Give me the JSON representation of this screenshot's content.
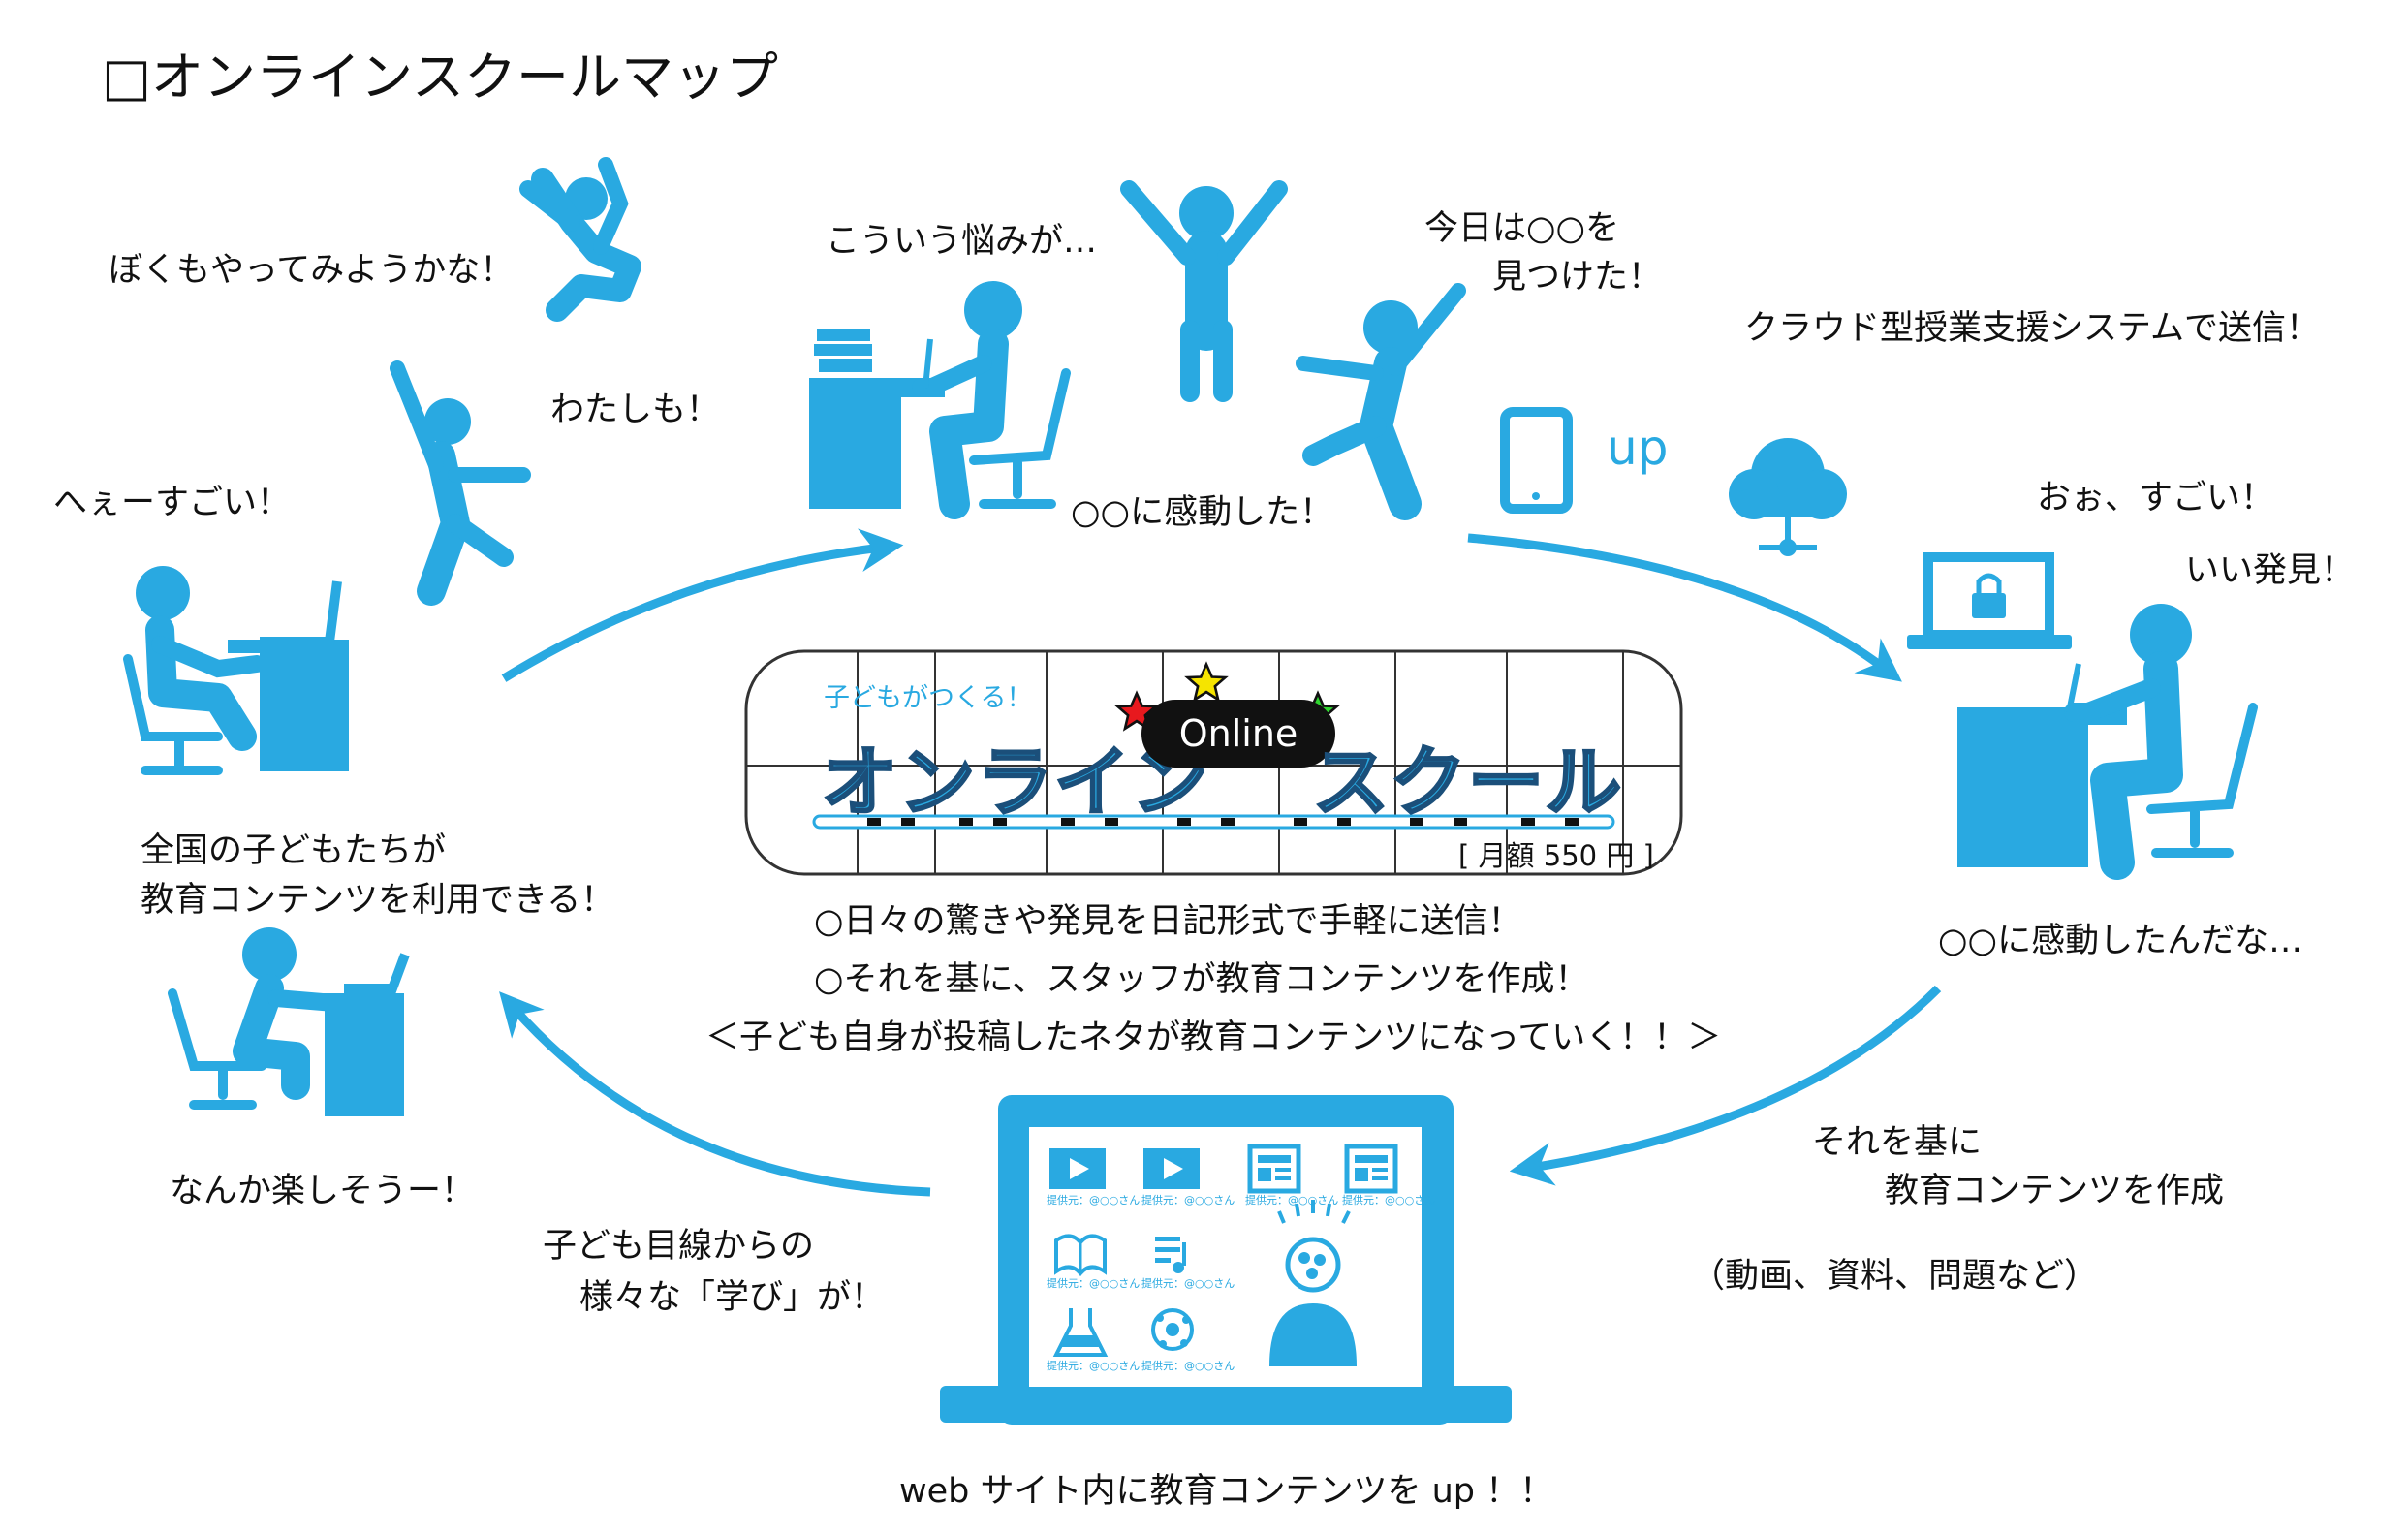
{
  "title": "□オンラインスクールマップ",
  "colors": {
    "primary": "#29a9e1",
    "text": "#111111",
    "star_red": "#e8191e",
    "star_yellow": "#f5e400",
    "star_green": "#2fd52f"
  },
  "labels": {
    "boku": "ぼくもやってみようかな！",
    "watashi": "わたしも！",
    "hee": "へぇーすごい！",
    "kouiu": "こういう悩みが…",
    "kyou1": "今日は○○を",
    "kyou2": "見つけた！",
    "kandou": "○○に感動した！",
    "cloud": "クラウド型授業支援システムで送信！",
    "up": "up",
    "oo": "おぉ、すごい！",
    "ii": "いい発見！",
    "kandou2": "○○に感動したんだな…",
    "zenkoku1": "全国の子どもたちが",
    "zenkoku2": "教育コンテンツを利用できる！",
    "nanka": "なんか楽しそうー！",
    "kodomo1": "子ども目線からの",
    "kodomo2": "様々な「学び」が！",
    "sore1": "それを基に",
    "sore2": "教育コンテンツを作成",
    "douga": "（動画、資料、問題など）",
    "web": "web サイト内に教育コンテンツを up ！！"
  },
  "logo": {
    "tagline": "子どもがつくる！",
    "left_word": "オンライン",
    "pill": "Online",
    "right_word": "スクール",
    "price": "[ 月額 550 円 ]"
  },
  "center": {
    "line1": "○日々の驚きや発見を日記形式で手軽に送信！",
    "line2": "○それを基に、スタッフが教育コンテンツを作成！",
    "line3": "＜子ども自身が投稿したネタが教育コンテンツになっていく！！＞"
  },
  "screen": {
    "caption": "提供元：@○○さん",
    "tiles": [
      "video-icon",
      "video-icon",
      "document-icon",
      "document-icon",
      "book-icon",
      "music-icon",
      "flask-icon",
      "soccer-ball-icon"
    ],
    "feature_icon": "brain-idea-icon"
  }
}
